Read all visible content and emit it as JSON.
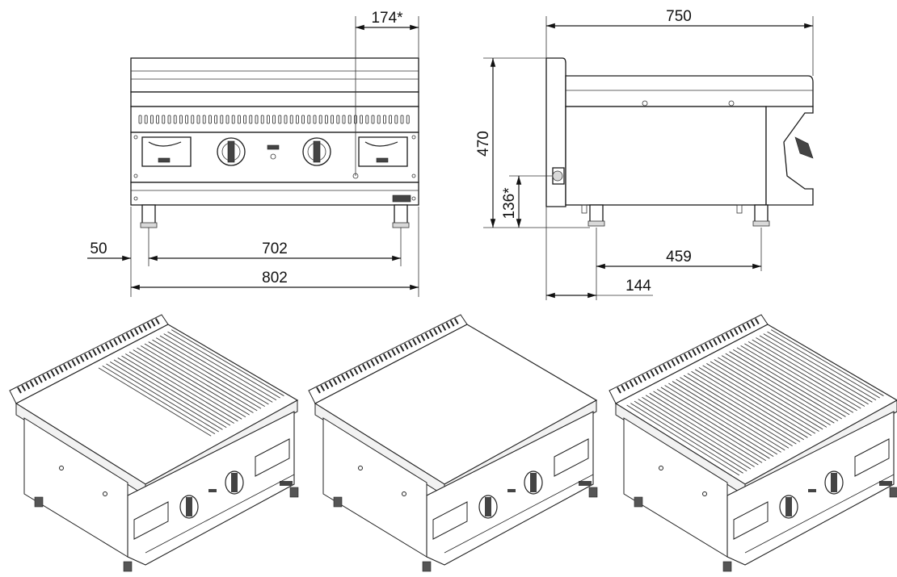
{
  "front_view": {
    "dim_top": "174*",
    "dim_left_offset": "50",
    "dim_feet_span": "702",
    "dim_total_width": "802"
  },
  "side_view": {
    "dim_depth": "750",
    "dim_height": "470",
    "dim_leg_height": "136*",
    "dim_feet_depth": "459",
    "dim_front_offset": "144"
  }
}
